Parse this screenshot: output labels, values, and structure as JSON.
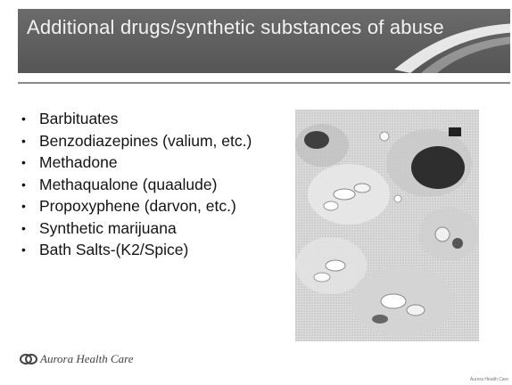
{
  "slide": {
    "title": "Additional drugs/synthetic substances of abuse",
    "bullets": [
      "Barbituates",
      "Benzodiazepines (valium, etc.)",
      "Methadone",
      "Methaqualone (quaalude)",
      "Propoxyphene (darvon, etc.)",
      "Synthetic marijuana",
      "Bath Salts-(K2/Spice)"
    ],
    "logo_text": "Aurora Health Care",
    "logo_icon": "aurora-logo-icon",
    "photo": "pills-in-glass-bowls-image",
    "footer_note": "Aurora Health Care"
  },
  "colors": {
    "title_bar": "#5f5f5f",
    "title_text": "#f2f2f2",
    "body_text": "#141414"
  }
}
